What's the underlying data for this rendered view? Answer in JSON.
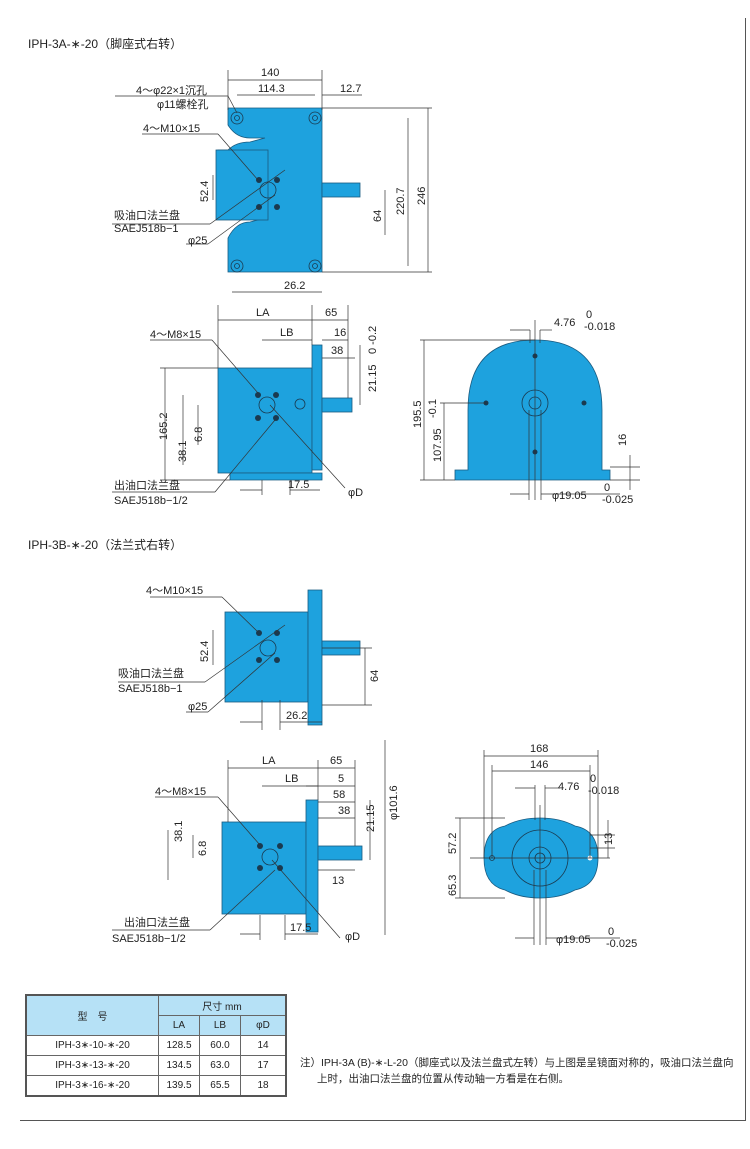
{
  "sections": [
    {
      "title": "IPH-3A-∗-20（脚座式右转）"
    },
    {
      "title": "IPH-3B-∗-20（法兰式右转）"
    }
  ],
  "foot_top": {
    "d140": "140",
    "d114": "114.3",
    "d12": "12.7",
    "hole1": "4〜φ22×1沉孔",
    "hole2": "φ11螺栓孔",
    "m10": "4〜M10×15",
    "d52": "52.4",
    "inlet1": "吸油口法兰盘",
    "inlet2": "SAEJ518b−1",
    "phi25": "φ25",
    "d64": "64",
    "d220": "220.7",
    "d246": "246",
    "d26": "26.2"
  },
  "foot_side": {
    "la": "LA",
    "lb": "LB",
    "d65": "65",
    "d16": "16",
    "d38": "38",
    "d21": "21.15",
    "tol21": "0\n-0.2",
    "m8": "4〜M8×15",
    "d165": "165.2",
    "d38b": "38.1",
    "d68": "6.8",
    "outlet1": "出油口法兰盘",
    "outlet2": "SAEJ518b−1/2",
    "d17": "17.5",
    "phid": "φD"
  },
  "foot_front": {
    "key": "4.76",
    "keytol": "-0.018",
    "d195": "195.5",
    "d107": "107.95",
    "d16": "16",
    "shaft": "φ19.05",
    "shafttol": "-0.025",
    "zero": "0",
    "tol107": "-0.1"
  },
  "flange_top": {
    "m10": "4〜M10×15",
    "d52": "52.4",
    "inlet1": "吸油口法兰盘",
    "inlet2": "SAEJ518b−1",
    "phi25": "φ25",
    "d64": "64",
    "d26": "26.2"
  },
  "flange_side": {
    "la": "LA",
    "lb": "LB",
    "d65": "65",
    "d5": "5",
    "d58": "58",
    "d38": "38",
    "d21": "21.15",
    "phi101": "φ101.6",
    "m8": "4〜M8×15",
    "d38b": "38.1",
    "d68": "6.8",
    "d13": "13",
    "outlet1": "出油口法兰盘",
    "outlet2": "SAEJ518b−1/2",
    "d17": "17.5",
    "phid": "φD"
  },
  "flange_front": {
    "d168": "168",
    "d146": "146",
    "key": "4.76",
    "keytol": "-0.018",
    "d57": "57.2",
    "d65": "65.3",
    "d13": "13",
    "shaft": "φ19.05",
    "shafttol": "-0.025",
    "zero": "0"
  },
  "table": {
    "header_model": "型　号",
    "header_dim": "尺寸  mm",
    "cols": [
      "LA",
      "LB",
      "φD"
    ],
    "rows": [
      {
        "model": "IPH-3∗-10-∗-20",
        "la": "128.5",
        "lb": "60.0",
        "d": "14"
      },
      {
        "model": "IPH-3∗-13-∗-20",
        "la": "134.5",
        "lb": "63.0",
        "d": "17"
      },
      {
        "model": "IPH-3∗-16-∗-20",
        "la": "139.5",
        "lb": "65.5",
        "d": "18"
      }
    ]
  },
  "note": {
    "line1": "注）IPH-3A (B)-∗-L-20（脚座式以及法兰盘式左转）与上图是呈镜面对称的，吸油口法兰盘向",
    "line2": "上时，出油口法兰盘的位置从传动轴一方看是在右侧。"
  },
  "colors": {
    "body": "#1ea2de",
    "table_header": "#b6e1f6"
  }
}
